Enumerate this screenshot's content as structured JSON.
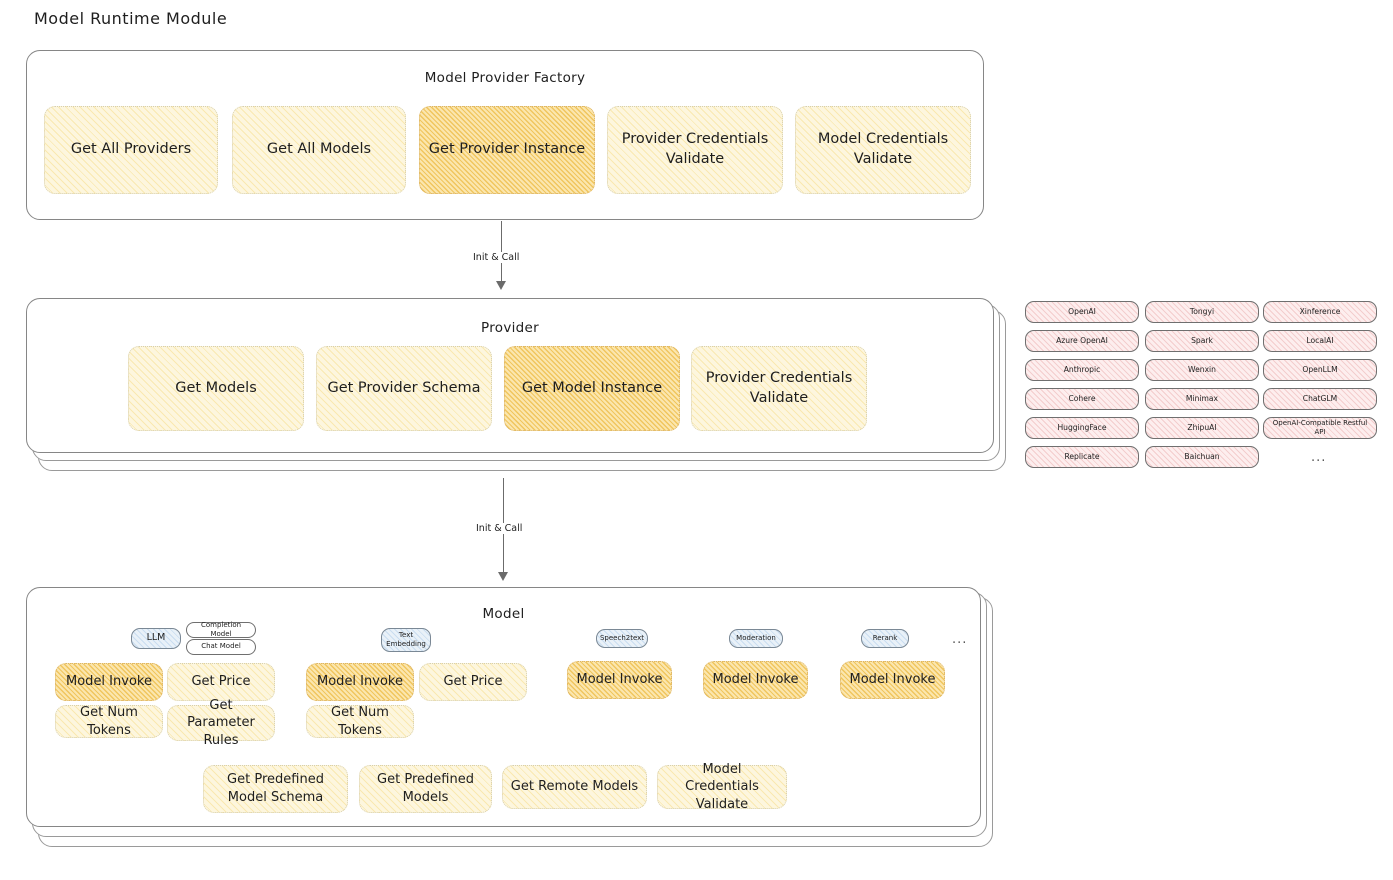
{
  "page": {
    "title": "Model Runtime Module"
  },
  "colors": {
    "node_light": "#fdf6de",
    "node_highlight": "#fbe6ae",
    "chip_blue": "#e9f1f8",
    "chip_pink": "#fdeeee",
    "stroke": "#1e1e1e",
    "container_border": "#868686"
  },
  "factory": {
    "title": "Model Provider Factory",
    "nodes": [
      {
        "label": "Get All Providers",
        "highlight": false
      },
      {
        "label": "Get All Models",
        "highlight": false
      },
      {
        "label": "Get Provider Instance",
        "highlight": true
      },
      {
        "label": "Provider Credentials Validate",
        "highlight": false
      },
      {
        "label": "Model Credentials Validate",
        "highlight": false
      }
    ]
  },
  "arrows": [
    {
      "label": "Init & Call",
      "from": "Model Provider Factory",
      "to": "Provider"
    },
    {
      "label": "Init & Call",
      "from": "Provider",
      "to": "Model"
    }
  ],
  "provider": {
    "title": "Provider",
    "stack_layers": 2,
    "nodes": [
      {
        "label": "Get Models",
        "highlight": false
      },
      {
        "label": "Get Provider Schema",
        "highlight": false
      },
      {
        "label": "Get Model Instance",
        "highlight": true
      },
      {
        "label": "Provider Credentials Validate",
        "highlight": false
      }
    ]
  },
  "provider_list": {
    "ellipsis": "...",
    "columns": [
      [
        "OpenAI",
        "Azure OpenAI",
        "Anthropic",
        "Cohere",
        "HuggingFace",
        "Replicate"
      ],
      [
        "Tongyi",
        "Spark",
        "Wenxin",
        "Minimax",
        "ZhipuAI",
        "Baichuan"
      ],
      [
        "Xinference",
        "LocalAI",
        "OpenLLM",
        "ChatGLM",
        "OpenAI-Compatible Restful API"
      ]
    ]
  },
  "model": {
    "title": "Model",
    "stack_layers": 2,
    "ellipsis": "...",
    "groups": [
      {
        "type_chip": "LLM",
        "sub_chips": [
          "Completion Model",
          "Chat Model"
        ],
        "nodes": [
          {
            "label": "Model Invoke",
            "highlight": true
          },
          {
            "label": "Get Price",
            "highlight": false
          },
          {
            "label": "Get Num Tokens",
            "highlight": false
          },
          {
            "label": "Get Parameter Rules",
            "highlight": false
          }
        ]
      },
      {
        "type_chip": "Text Embedding",
        "sub_chips": [],
        "nodes": [
          {
            "label": "Model Invoke",
            "highlight": true
          },
          {
            "label": "Get Price",
            "highlight": false
          },
          {
            "label": "Get Num Tokens",
            "highlight": false
          }
        ]
      },
      {
        "type_chip": "Speech2text",
        "sub_chips": [],
        "nodes": [
          {
            "label": "Model Invoke",
            "highlight": true
          }
        ]
      },
      {
        "type_chip": "Moderation",
        "sub_chips": [],
        "nodes": [
          {
            "label": "Model Invoke",
            "highlight": true
          }
        ]
      },
      {
        "type_chip": "Rerank",
        "sub_chips": [],
        "nodes": [
          {
            "label": "Model Invoke",
            "highlight": true
          }
        ]
      }
    ],
    "common_nodes": [
      {
        "label": "Get Predefined Model Schema"
      },
      {
        "label": "Get Predefined Models"
      },
      {
        "label": "Get Remote Models"
      },
      {
        "label": "Model Credentials Validate"
      }
    ]
  }
}
